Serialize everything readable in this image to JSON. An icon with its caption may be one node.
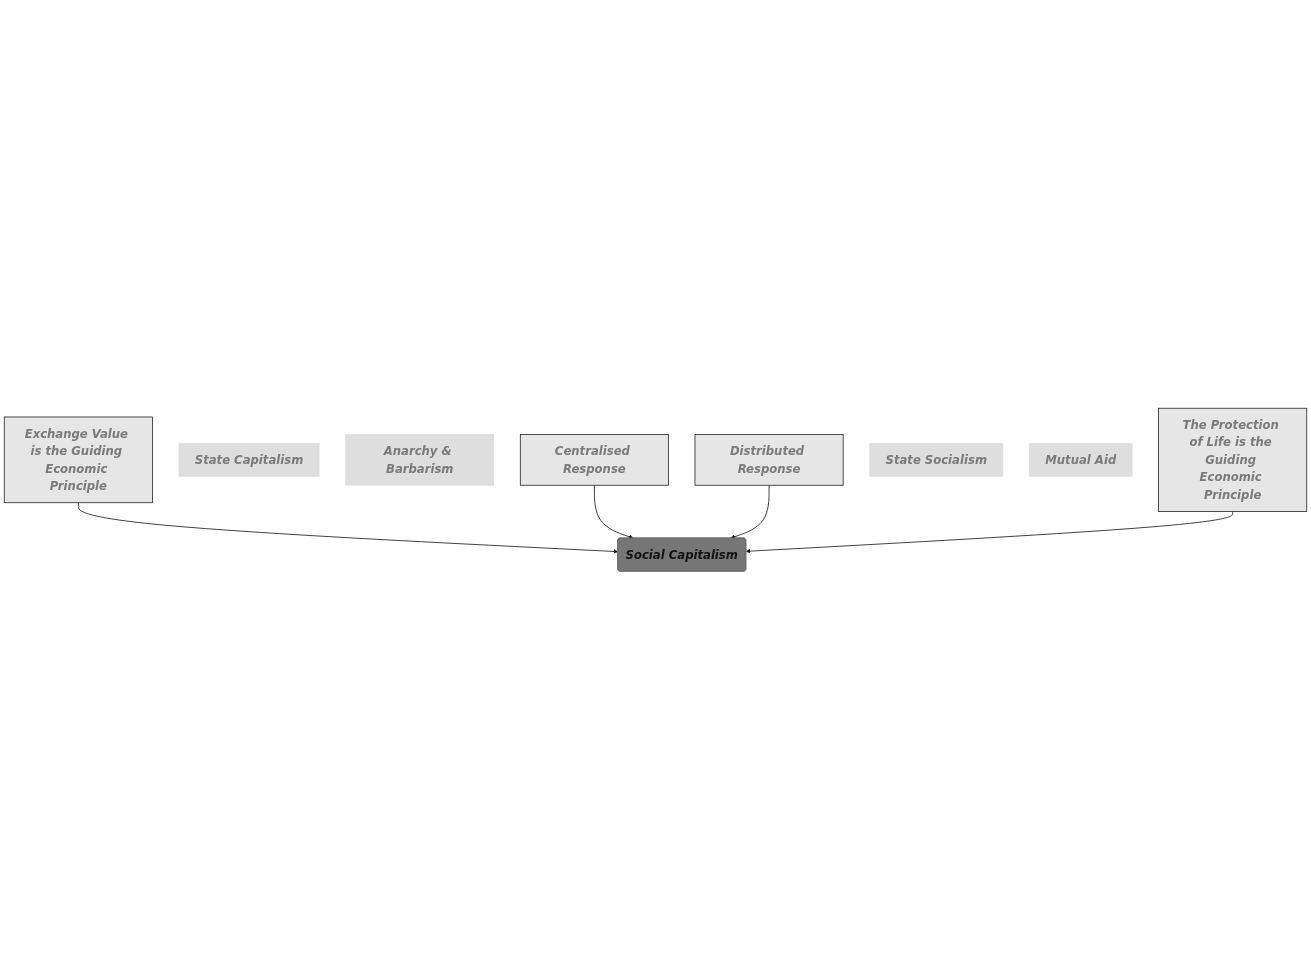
{
  "diagram": {
    "nodes": [
      {
        "text": [
          "Exchange Value is the Guiding Economic Principle"
        ]
      },
      {
        "text": [
          "State Capitalism"
        ]
      },
      {
        "text": [
          "Anarchy & Barbarism"
        ]
      },
      {
        "text": [
          "Centralised Response"
        ]
      },
      {
        "text": [
          "Social Capitalism"
        ]
      },
      {
        "text": [
          "Distributed Response"
        ]
      },
      {
        "text": [
          "State Socialism"
        ]
      },
      {
        "text": [
          "Mutual Aid"
        ]
      },
      {
        "text": [
          "The Protection of Life is the Guiding Economic Principle"
        ]
      }
    ],
    "edges": [
      {
        "from": 0,
        "to": 4,
        "arrow": "to"
      },
      {
        "from": 3,
        "to": 4,
        "arrow": "to"
      },
      {
        "from": 5,
        "to": 4,
        "arrow": "to"
      },
      {
        "from": 8,
        "to": 4,
        "arrow": "to"
      }
    ]
  }
}
